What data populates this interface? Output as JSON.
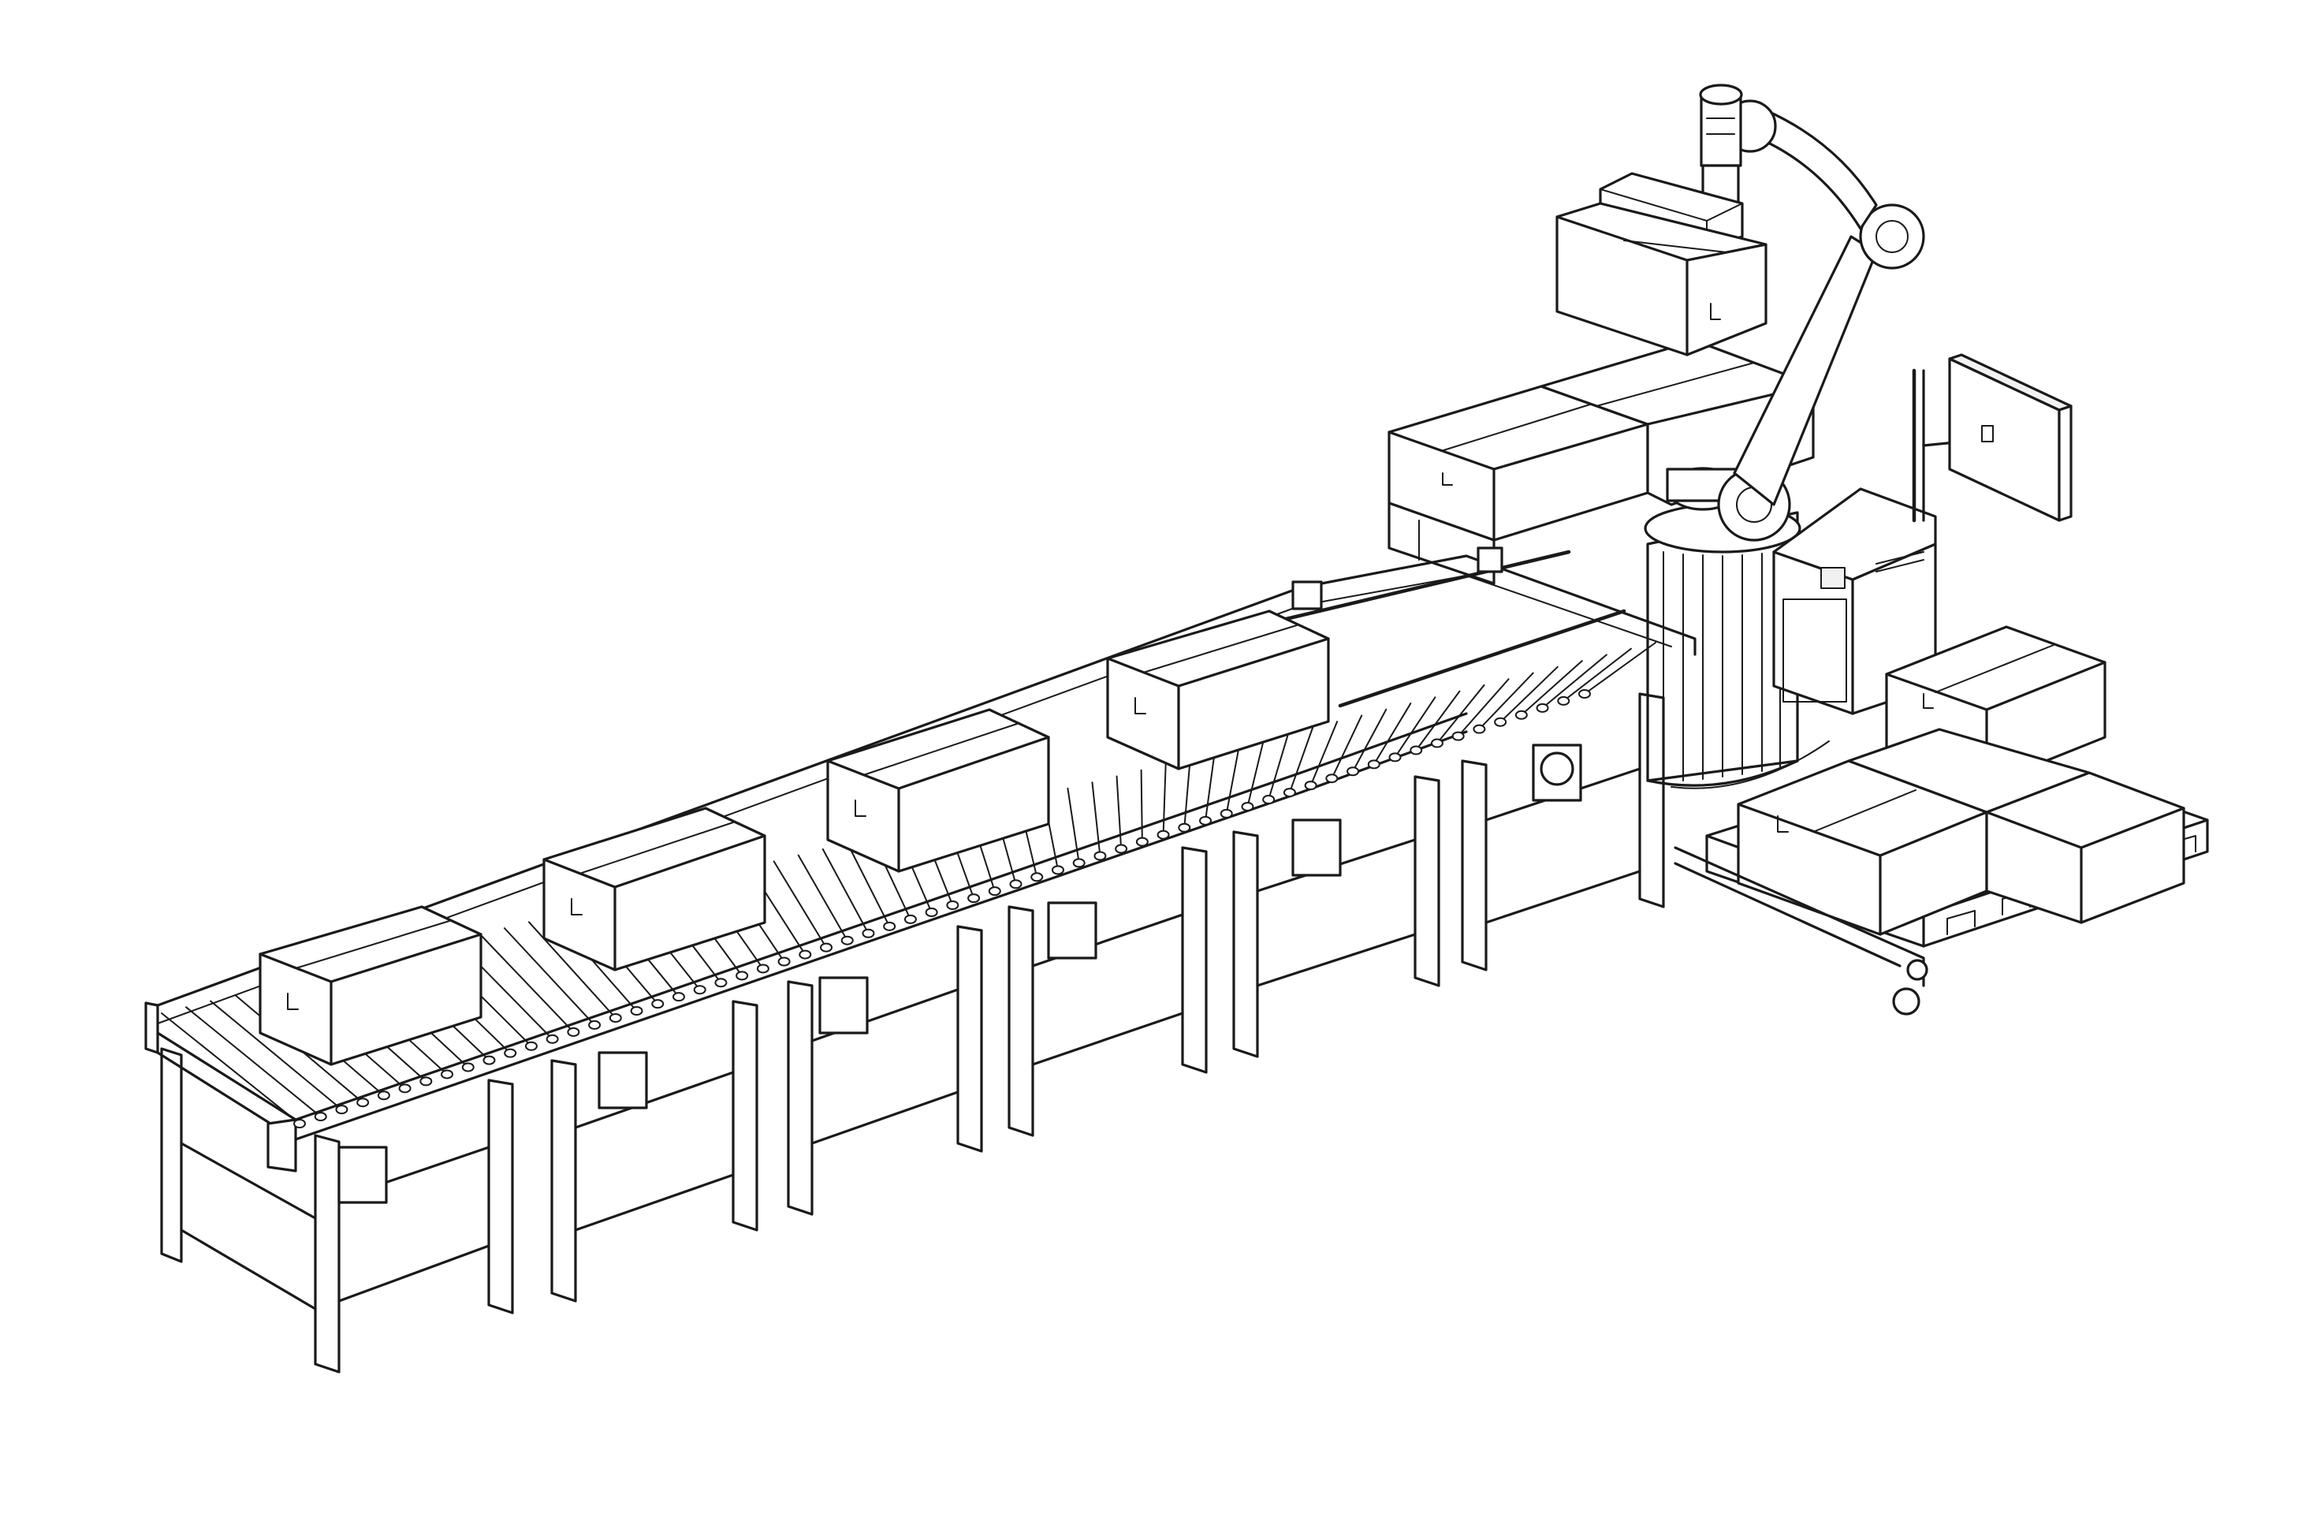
{
  "diagram": {
    "type": "isometric line drawing",
    "components": [
      {
        "id": "roller-conveyor",
        "kind": "conveyor",
        "sections": 5
      },
      {
        "id": "cartons-on-conveyor",
        "kind": "carton",
        "count": 4
      },
      {
        "id": "cobot-arm",
        "kind": "robot"
      },
      {
        "id": "robot-pedestal",
        "kind": "pedestal"
      },
      {
        "id": "control-cabinet",
        "kind": "cabinet"
      },
      {
        "id": "monitor",
        "kind": "display"
      },
      {
        "id": "pallet-left",
        "kind": "pallet"
      },
      {
        "id": "pallet-right",
        "kind": "pallet"
      }
    ],
    "colors": {
      "line": "#1a1a1a",
      "background": "#ffffff",
      "hatch": "#1a1a1a"
    }
  }
}
